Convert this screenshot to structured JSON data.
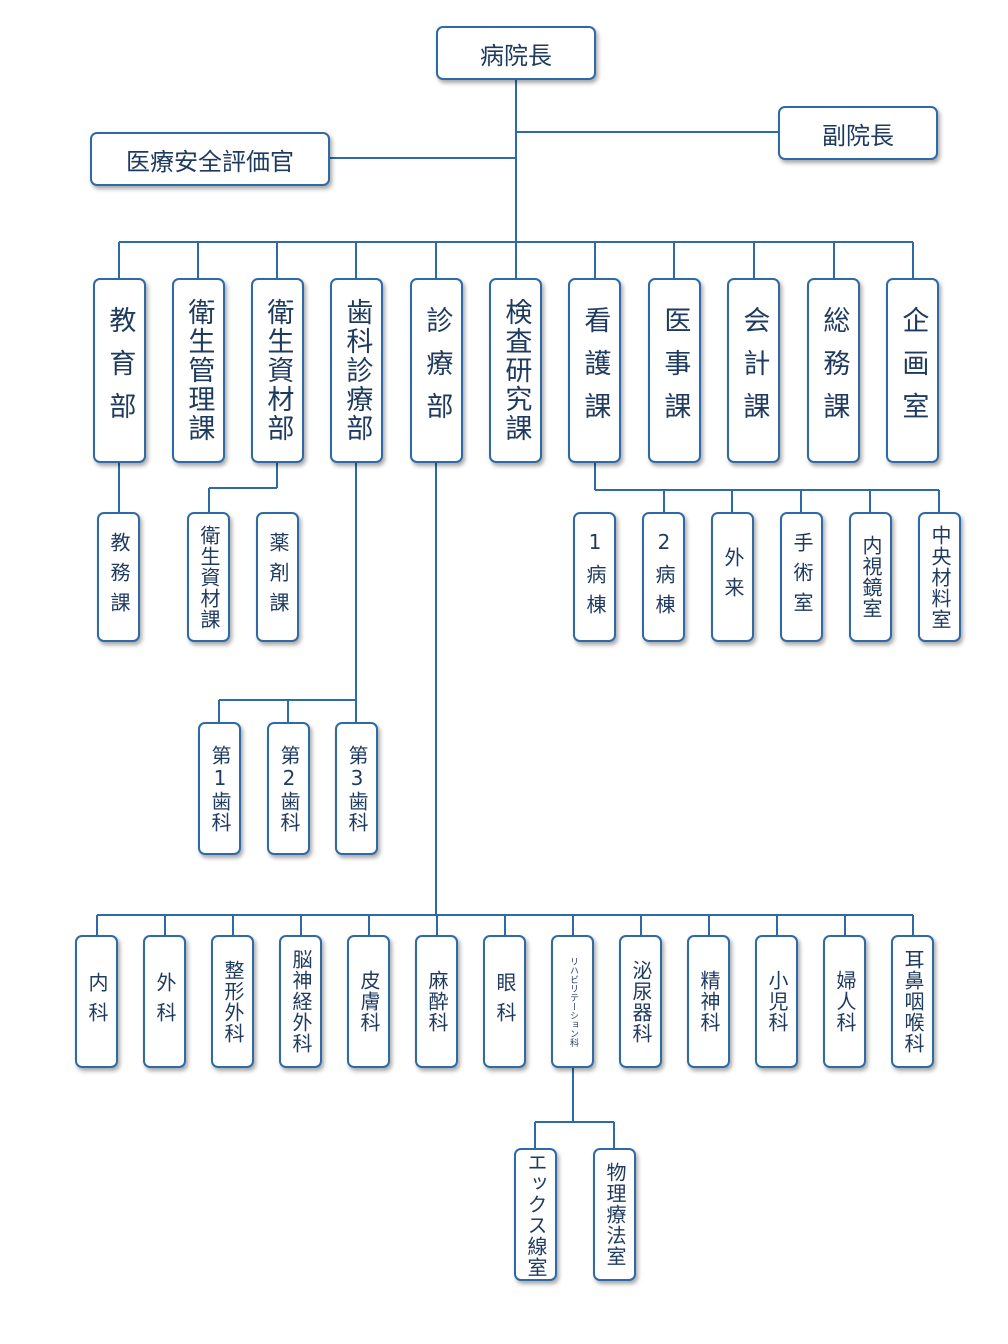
{
  "colors": {
    "line": "#2e6aa8",
    "border": "#2e6aa8",
    "text": "#1f3a5f"
  },
  "top": {
    "director": "病院長",
    "vice_director": "副院長",
    "safety_officer": "医療安全評価官"
  },
  "departments": {
    "education": "教育部",
    "hygiene_mgmt": "衛生管理課",
    "hygiene_materials": "衛生資材部",
    "dental": "歯科診療部",
    "medical": "診療部",
    "lab": "検査研究課",
    "nursing": "看護課",
    "medical_affairs": "医事課",
    "accounting": "会計課",
    "general_affairs": "総務課",
    "planning": "企画室"
  },
  "education_sub": [
    "教務課"
  ],
  "materials_sub": [
    "衛生資材課",
    "薬剤課"
  ],
  "nursing_sub": [
    "1病棟",
    "2病棟",
    "外来",
    "手術室",
    "内視鏡室",
    "中央材料室"
  ],
  "dental_sub": [
    "第1歯科",
    "第2歯科",
    "第3歯科"
  ],
  "medical_sub": [
    "内科",
    "外科",
    "整形外科",
    "脳神経外科",
    "皮膚科",
    "麻酔科",
    "眼科",
    "リハビリテーション科",
    "泌尿器科",
    "精神科",
    "小児科",
    "婦人科",
    "耳鼻咽喉科"
  ],
  "rehab_sub": [
    "エックス線室",
    "物理療法室"
  ]
}
